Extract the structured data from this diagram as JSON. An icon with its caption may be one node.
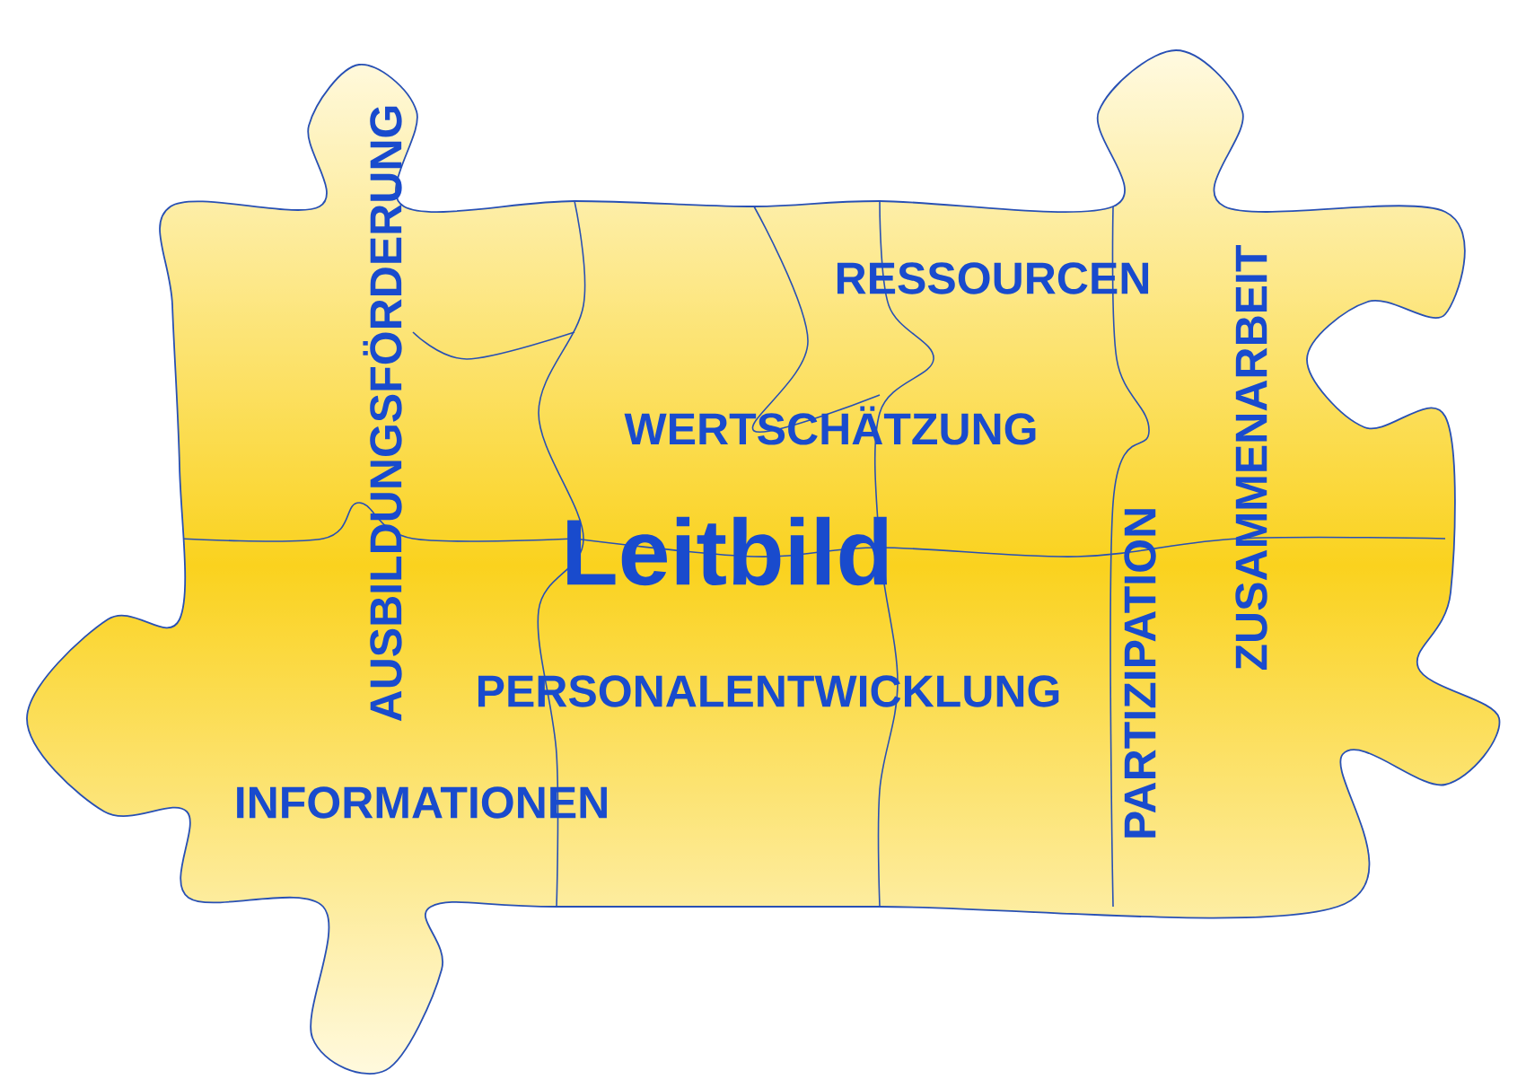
{
  "diagram": {
    "labels": [
      "RESSOURCEN",
      "AUSBILDUNGSFÖRDERUNG",
      "ZUSAMMENARBEIT",
      "WERTSCHÄTZUNG",
      "Leitbild",
      "PARTIZIPATION",
      "PERSONALENTWICKLUNG",
      "INFORMATIONEN"
    ]
  }
}
